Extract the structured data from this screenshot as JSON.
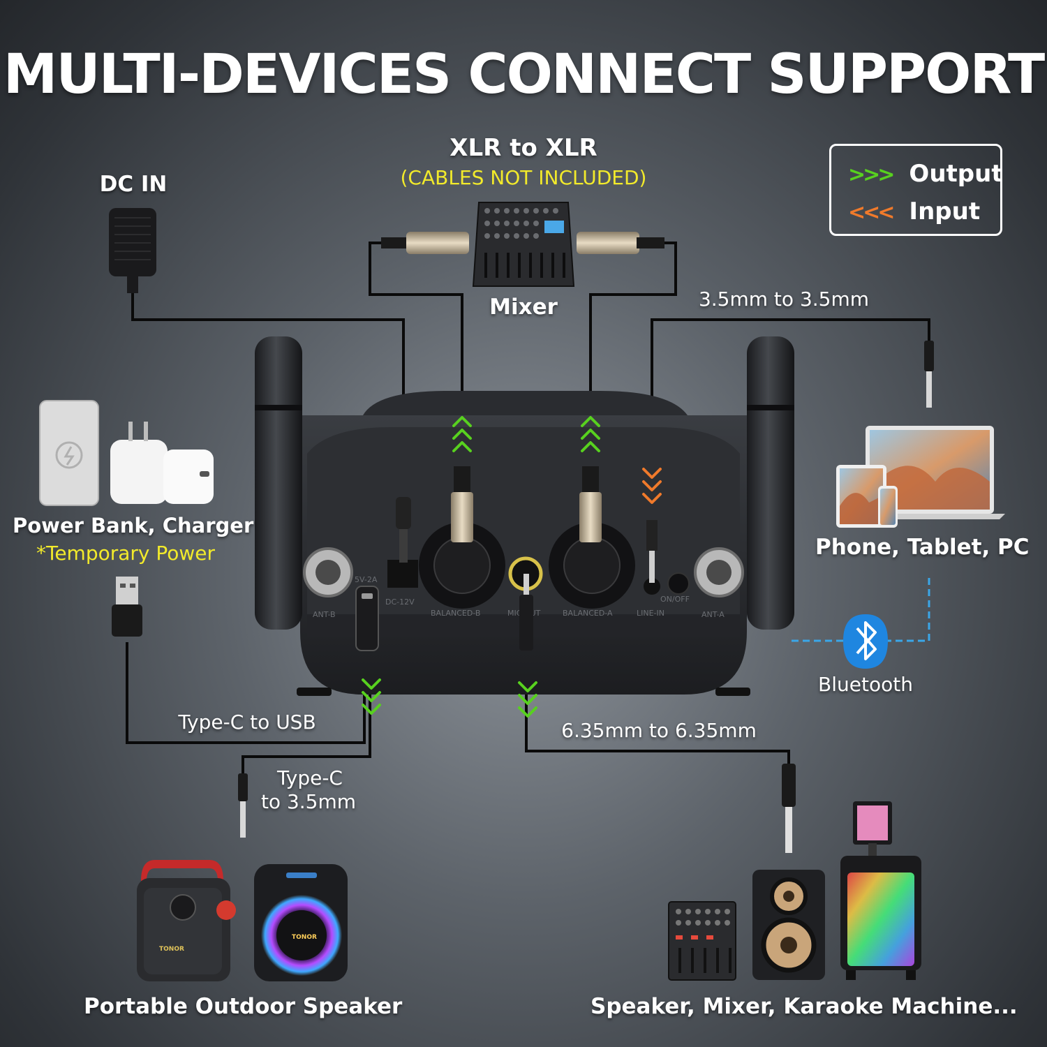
{
  "title": "MULTI-DEVICES CONNECT SUPPORT",
  "legend": {
    "output_symbol": ">>>",
    "output_label": "Output",
    "input_symbol": "<<<",
    "input_label": "Input",
    "output_color": "#58d11f",
    "input_color": "#f07a2b"
  },
  "labels": {
    "dc_in": "DC IN",
    "xlr": "XLR to XLR",
    "cables_note": "(CABLES NOT INCLUDED)",
    "mixer": "Mixer",
    "aux35": "3.5mm to 3.5mm",
    "power_bank": "Power Bank, Charger",
    "temporary_power": "*Temporary Power",
    "phone_tablet_pc": "Phone, Tablet, PC",
    "bluetooth": "Bluetooth",
    "typec_usb": "Type-C to USB",
    "typec_35_line1": "Type-C",
    "typec_35_line2": "to 3.5mm",
    "jack635": "6.35mm to 6.35mm",
    "portable_speaker": "Portable Outdoor Speaker",
    "speaker_mixer_karaoke": "Speaker, Mixer, Karaoke Machine..."
  },
  "panel_labels": {
    "ant_b": "ANT-B",
    "dc": "DC-12V",
    "bal_b": "BALANCED-B",
    "mic_out": "MIC OUT",
    "bal_a": "BALANCED-A",
    "line_in": "LINE-IN",
    "on_off": "ON/OFF",
    "ant_a": "ANT-A",
    "five_v": "5V-2A"
  },
  "brand": "TONOR",
  "icons": [
    "power-adapter-icon",
    "power-bank-icon",
    "wall-charger-icon",
    "usb-plug-icon",
    "mixer-icon",
    "laptop-icon",
    "tablet-icon",
    "phone-icon",
    "bluetooth-icon",
    "portable-speaker-icon",
    "party-speaker-icon",
    "dj-mixer-icon",
    "bookshelf-speaker-icon",
    "karaoke-machine-icon"
  ]
}
